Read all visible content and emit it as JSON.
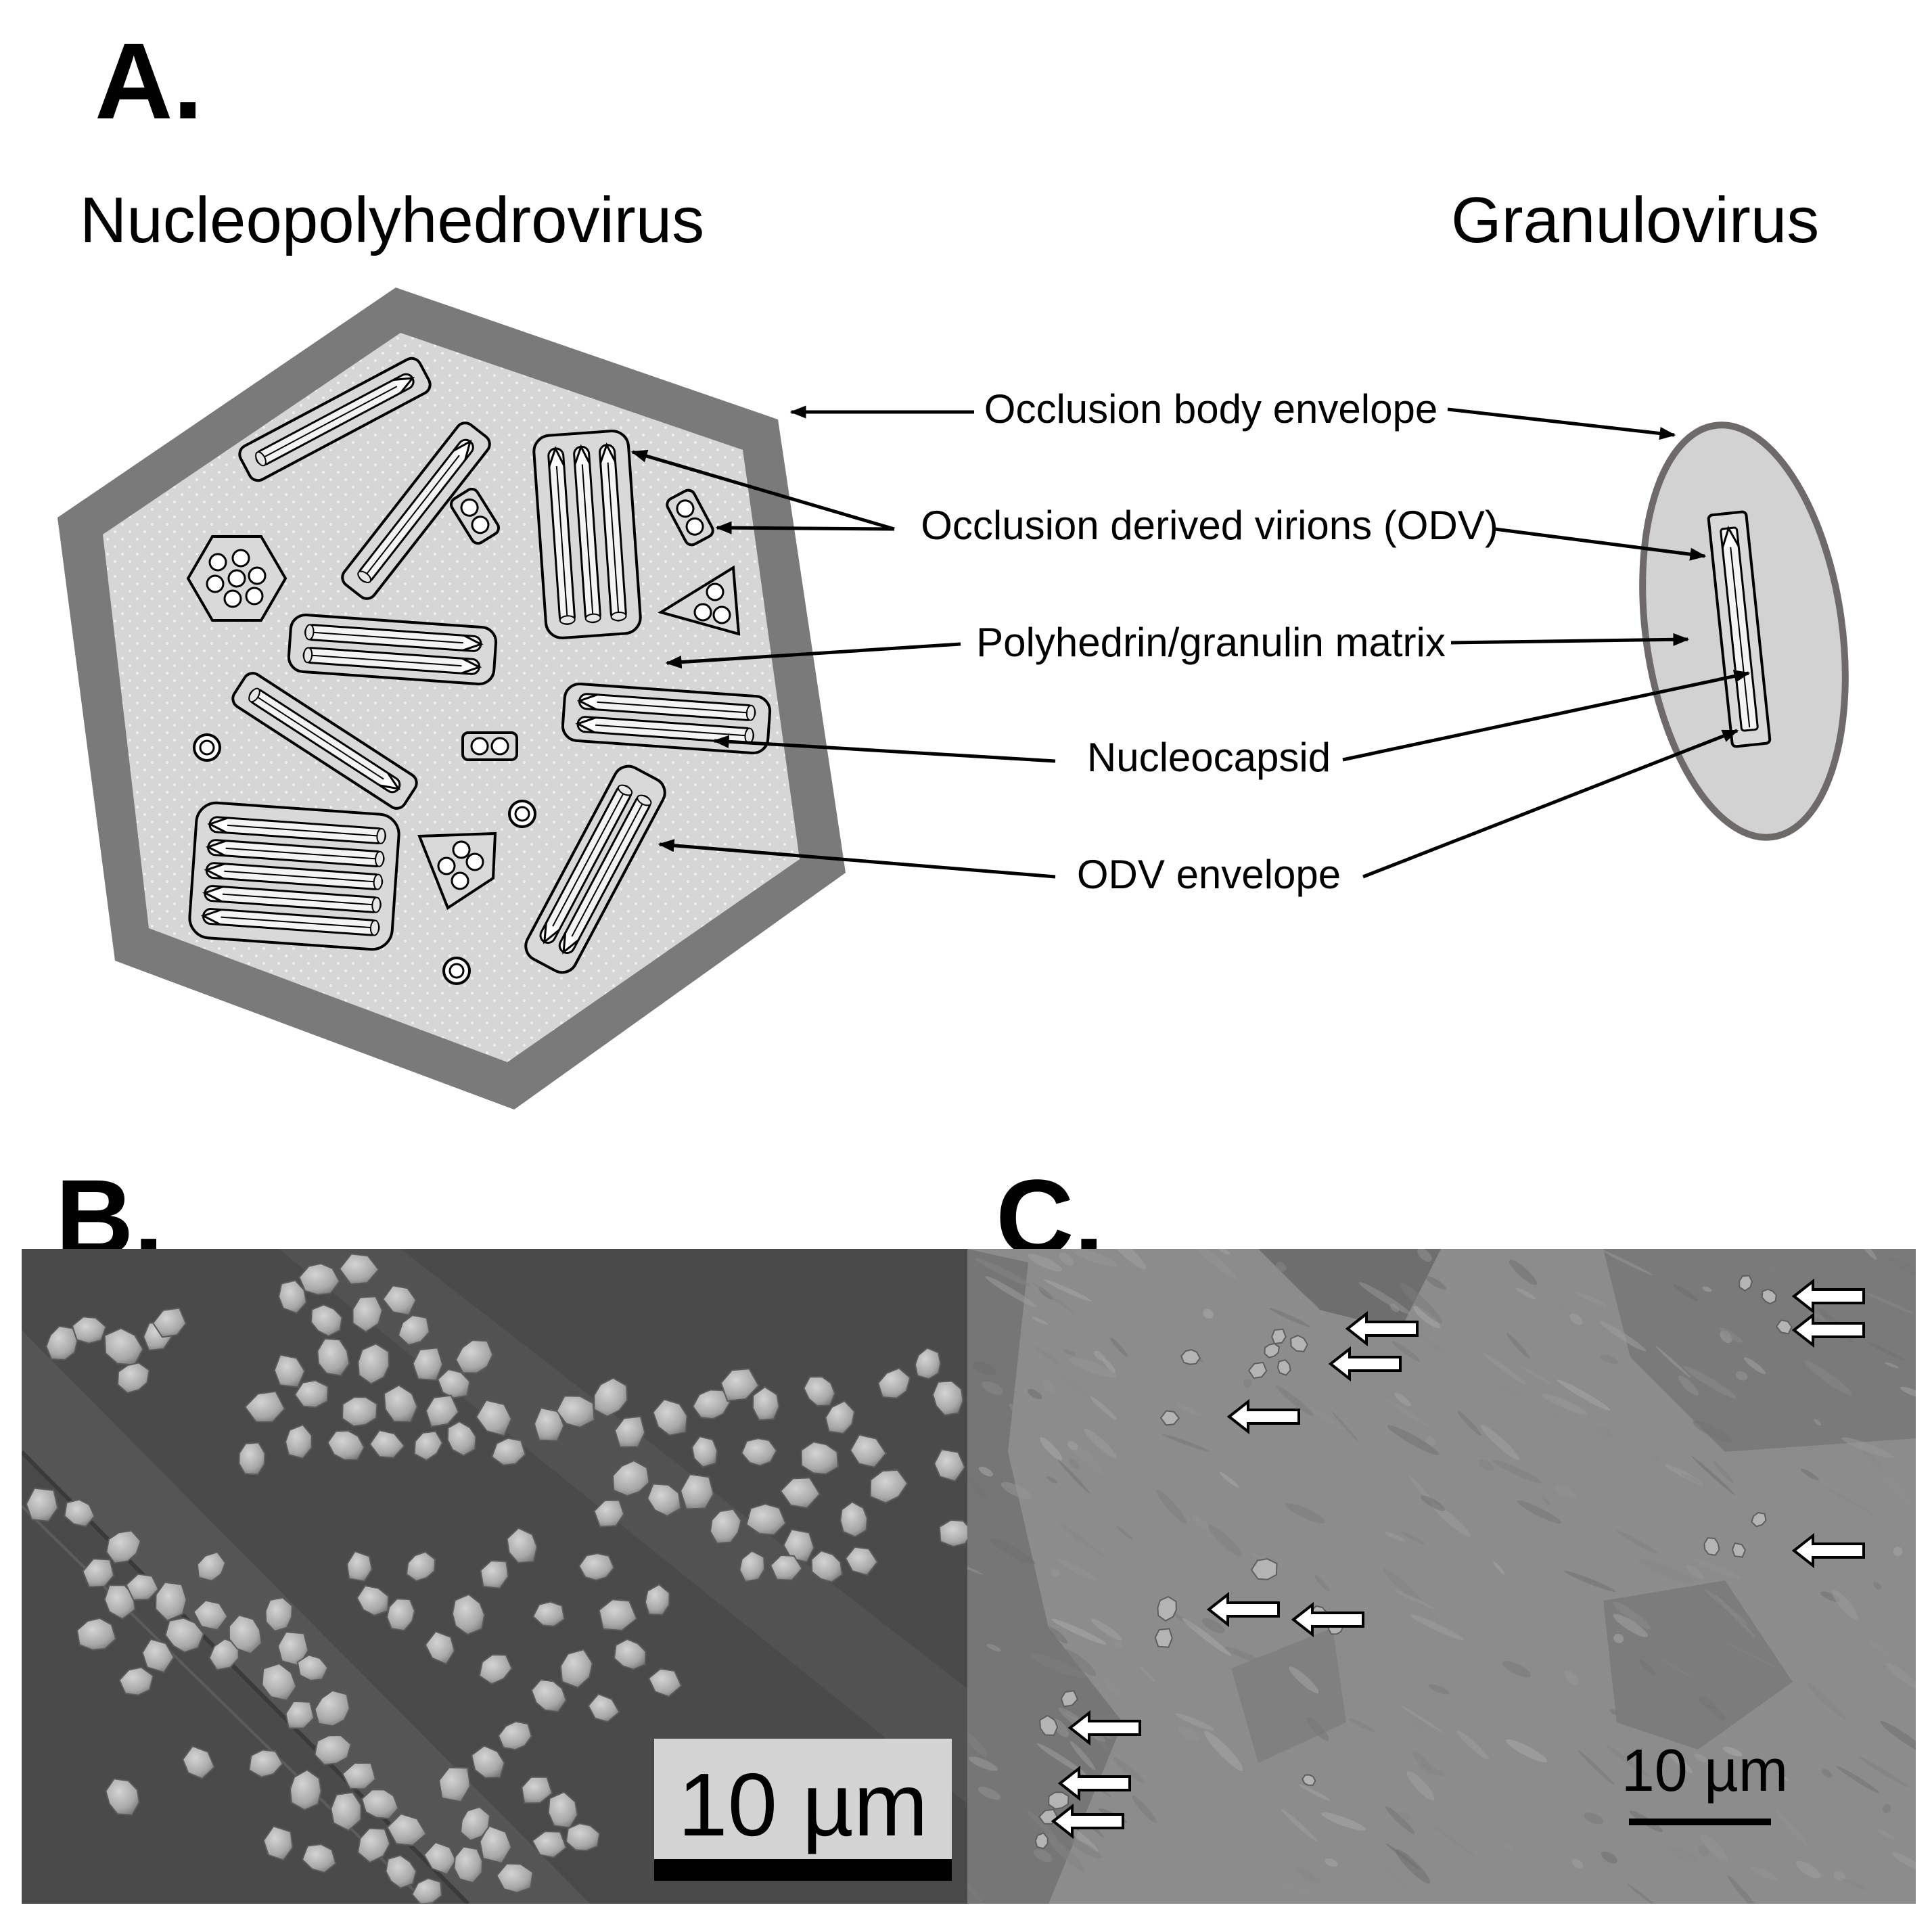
{
  "panels": {
    "a": {
      "letter": "A.",
      "left_title": "Nucleopolyhedrovirus",
      "right_title": "Granulovirus",
      "labels": {
        "ob_envelope": "Occlusion body envelope",
        "odv": "Occlusion derived virions (ODV)",
        "matrix": "Polyhedrin/granulin matrix",
        "nucleocapsid": "Nucleocapsid",
        "odv_envelope": "ODV envelope"
      }
    },
    "b": {
      "letter": "B.",
      "scale_bar": "10 µm"
    },
    "c": {
      "letter": "C.",
      "scale_bar": "10 µm"
    }
  },
  "colors": {
    "hexagon_border": "#7a7a7a",
    "matrix_fill": "#d6d6d6",
    "granule_border": "#6e6a6a",
    "granule_fill": "#d2d2d2",
    "sem_b_background": "#4a4a4a",
    "sem_c_background": "#8c8c8c",
    "particle_fill": "#b8b8b8"
  }
}
